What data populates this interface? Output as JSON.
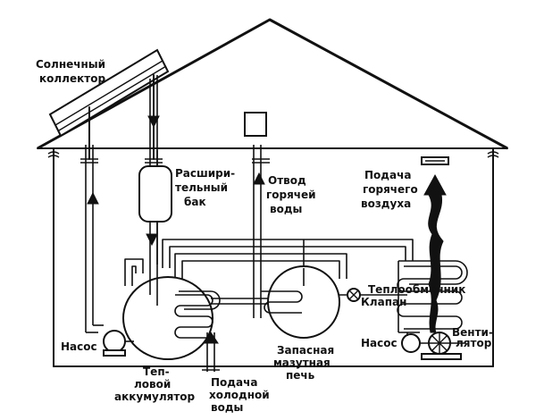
{
  "labels": {
    "solar_collector_l1": "Солнечный",
    "solar_collector_l2": "коллектор",
    "expansion_tank_l1": "Расшири-",
    "expansion_tank_l2": "тельный",
    "expansion_tank_l3": "бак",
    "hot_water_l1": "Отвод",
    "hot_water_l2": "горячей",
    "hot_water_l3": "воды",
    "hot_air_l1": "Подача",
    "hot_air_l2": "горячего",
    "hot_air_l3": "воздуха",
    "heat_exchanger": "Теплообменник",
    "valve": "Клапан",
    "pump_left": "Насос",
    "pump_right": "Насос",
    "fan_l1": "Венти-",
    "fan_l2": "лятор",
    "heat_acc_l1": "Теп-",
    "heat_acc_l2": "ловой",
    "heat_acc_l3": "аккумулятор",
    "cold_water_l1": "Подача",
    "cold_water_l2": "холодной",
    "cold_water_l3": "воды",
    "backup_l1": "Запасная",
    "backup_l2": "мазутная",
    "backup_l3": "печь"
  }
}
